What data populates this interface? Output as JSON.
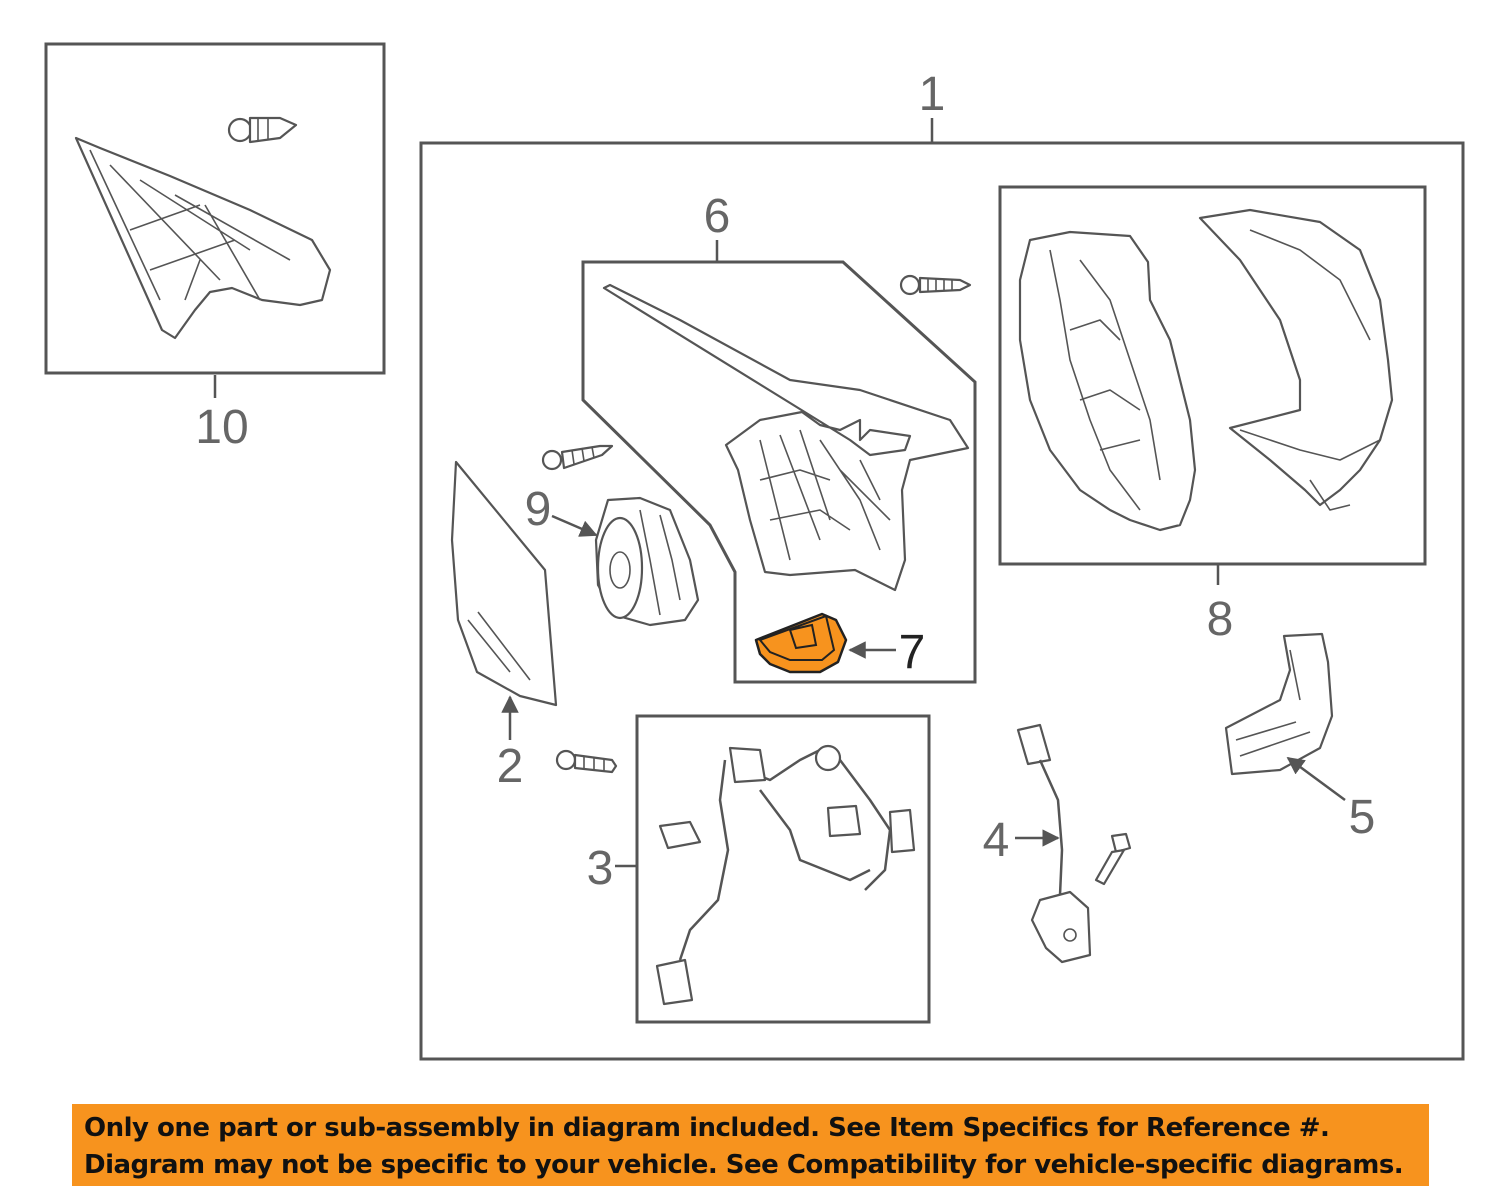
{
  "callouts": {
    "c1": "1",
    "c2": "2",
    "c3": "3",
    "c4": "4",
    "c5": "5",
    "c6": "6",
    "c7": "7",
    "c8": "8",
    "c9": "9",
    "c10": "10"
  },
  "highlight": {
    "part": "7",
    "color": "#f7931e"
  },
  "notice": {
    "line1": "Only one part or sub-assembly in diagram included. See Item Specifics for Reference #.",
    "line2": "Diagram may not be specific to your vehicle. See Compatibility for vehicle-specific diagrams.",
    "background": "#f7931e"
  }
}
